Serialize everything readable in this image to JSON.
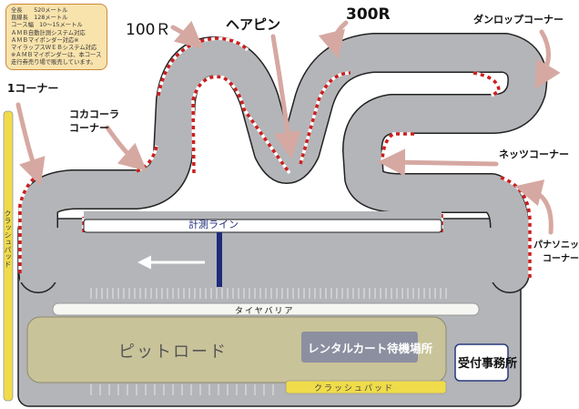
{
  "info_box": {
    "lines": [
      "全長　　520メートル",
      "直線長　128メートル",
      "コース幅　10〜15メートル",
      "ＡＭＢ自動計測システム対応",
      "ＡＭＢマイポンダー対応※",
      "マイラップスＷＥＢシステム対応",
      "※ＡＭＢマイポンダーは、本コース",
      "走行券売り場で販売しています。"
    ]
  },
  "corners": {
    "corner1": "1コーナー",
    "cocacola": "コカコーラ\nコーナー",
    "r100": "100Ｒ",
    "hairpin": "ヘアピン",
    "r300": "300R",
    "dunlop": "ダンロップコーナー",
    "nets": "ネッツコーナー",
    "panasonic": "パナソニック\nコーナー"
  },
  "facilities": {
    "timing_line": "計測ライン",
    "tire_barrier": "タイヤバリア",
    "pit_road": "ピットロード",
    "rental_waiting": "レンタルカート待機場所",
    "office": "受付事務所",
    "crash_pad_bottom": "クラッシュパッド",
    "crash_pad_left": "クラッシュパッド"
  },
  "colors": {
    "track": "#b3b5b8",
    "pit": "#c9c39a",
    "arrow": "#d6a8a2",
    "crash_pad": "#f0dc4a",
    "kerb": "#cc1e1e",
    "rental": "#8c8fa0"
  }
}
